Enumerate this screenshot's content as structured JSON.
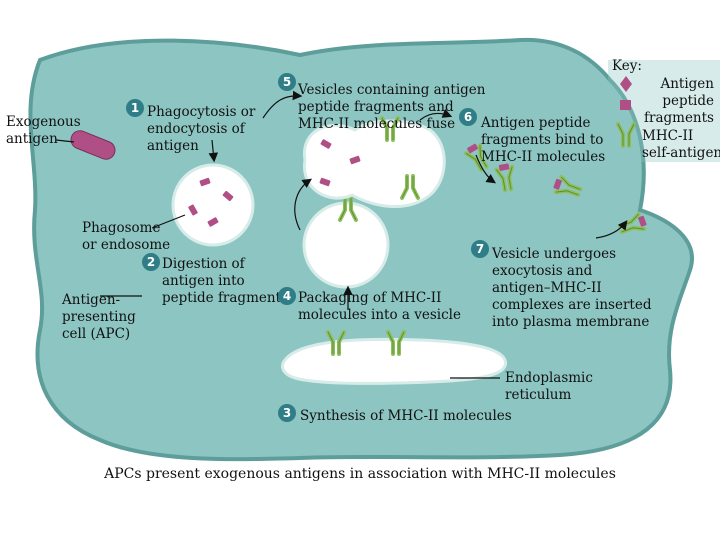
{
  "labels": {
    "exogenous_antigen": "Exogenous\nantigen",
    "phagosome": "Phagosome\nor endosome",
    "apc": "Antigen-\npresenting\ncell (APC)",
    "er": "Endoplasmic\nreticulum",
    "key_title": "Key:",
    "key_antigen_fragments": "Antigen\npeptide\nfragments",
    "key_mhc2": "MHC-II\nself-antigen"
  },
  "steps": [
    {
      "num": "1",
      "text": "Phagocytosis or\nendocytosis of\nantigen"
    },
    {
      "num": "2",
      "text": "Digestion of\nantigen into\npeptide fragments"
    },
    {
      "num": "3",
      "text": "Synthesis of MHC-II molecules"
    },
    {
      "num": "4",
      "text": "Packaging of MHC-II\nmolecules into a vesicle"
    },
    {
      "num": "5",
      "text": "Vesicles containing antigen\npeptide fragments and\nMHC-II molecules fuse"
    },
    {
      "num": "6",
      "text": "Antigen peptide\nfragments bind to\nMHC-II molecules"
    },
    {
      "num": "7",
      "text": "Vesicle undergoes\nexocytosis and\nantigen–MHC-II\ncomplexes are inserted\ninto plasma membrane"
    }
  ],
  "caption": "APCs present exogenous antigens in association with MHC-II molecules",
  "colors": {
    "cell_fill": "#8cc5c2",
    "cell_border": "#5d9e9b",
    "antigen": "#b04f86",
    "mhc": "#8dbf5a",
    "step_circle": "#2f7d86"
  }
}
